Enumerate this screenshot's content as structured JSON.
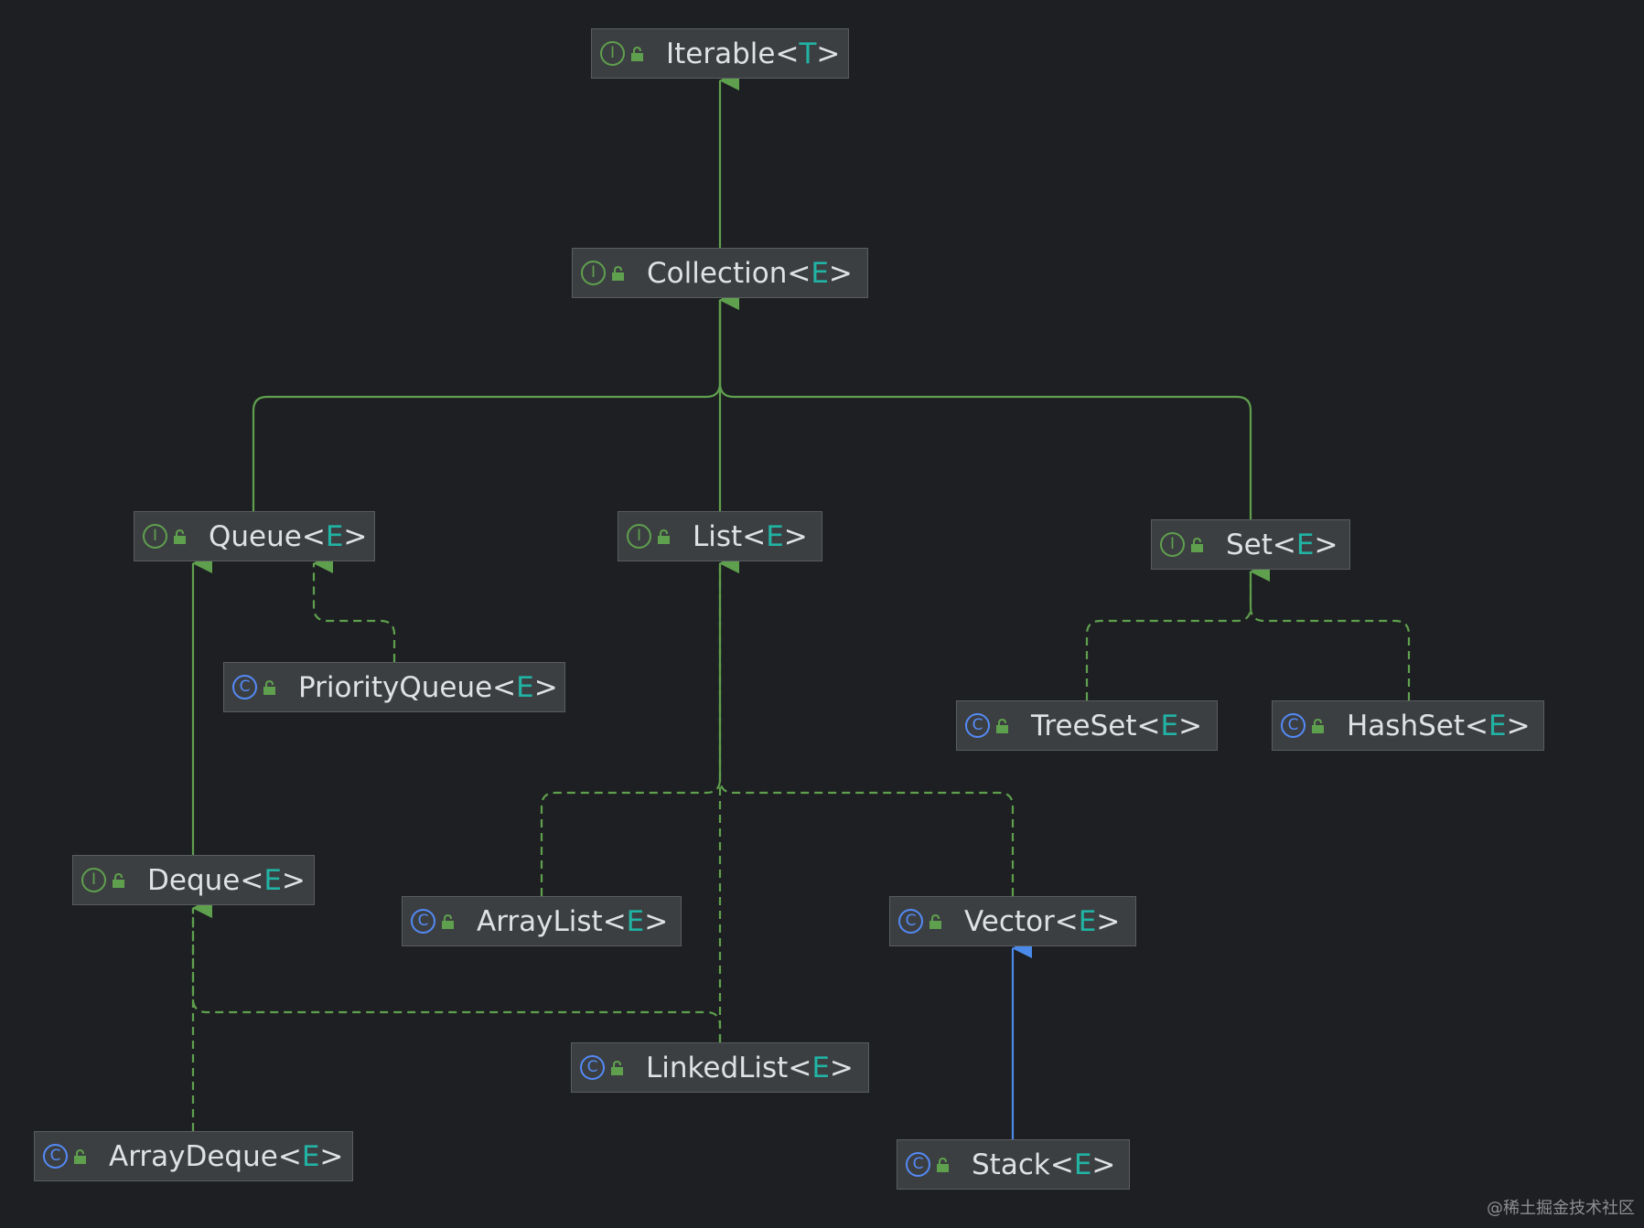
{
  "colors": {
    "background": "#1e1f22",
    "node_fill": "#3c3f41",
    "node_border": "#5a5d60",
    "interface_icon": "#5fa04e",
    "class_icon": "#548af7",
    "type_param": "#21b3a4",
    "extends_edge": "#5fa04e",
    "implements_edge": "#5fa04e",
    "class_extends_edge": "#4a8ae8"
  },
  "icons": {
    "interface": "I",
    "class": "C"
  },
  "nodes": {
    "iterable": {
      "name": "Iterable",
      "param": "T",
      "kind": "interface"
    },
    "collection": {
      "name": "Collection",
      "param": "E",
      "kind": "interface"
    },
    "queue": {
      "name": "Queue",
      "param": "E",
      "kind": "interface"
    },
    "list": {
      "name": "List",
      "param": "E",
      "kind": "interface"
    },
    "set": {
      "name": "Set",
      "param": "E",
      "kind": "interface"
    },
    "priorityqueue": {
      "name": "PriorityQueue",
      "param": "E",
      "kind": "class"
    },
    "treeset": {
      "name": "TreeSet",
      "param": "E",
      "kind": "class"
    },
    "hashset": {
      "name": "HashSet",
      "param": "E",
      "kind": "class"
    },
    "deque": {
      "name": "Deque",
      "param": "E",
      "kind": "interface"
    },
    "arraylist": {
      "name": "ArrayList",
      "param": "E",
      "kind": "class"
    },
    "vector": {
      "name": "Vector",
      "param": "E",
      "kind": "class"
    },
    "linkedlist": {
      "name": "LinkedList",
      "param": "E",
      "kind": "class"
    },
    "arraydeque": {
      "name": "ArrayDeque",
      "param": "E",
      "kind": "class"
    },
    "stack": {
      "name": "Stack",
      "param": "E",
      "kind": "class"
    }
  },
  "edges": [
    {
      "from": "collection",
      "to": "iterable",
      "type": "extends"
    },
    {
      "from": "queue",
      "to": "collection",
      "type": "extends"
    },
    {
      "from": "list",
      "to": "collection",
      "type": "extends"
    },
    {
      "from": "set",
      "to": "collection",
      "type": "extends"
    },
    {
      "from": "priorityqueue",
      "to": "queue",
      "type": "implements"
    },
    {
      "from": "deque",
      "to": "queue",
      "type": "extends"
    },
    {
      "from": "treeset",
      "to": "set",
      "type": "implements"
    },
    {
      "from": "hashset",
      "to": "set",
      "type": "implements"
    },
    {
      "from": "arraylist",
      "to": "list",
      "type": "implements"
    },
    {
      "from": "vector",
      "to": "list",
      "type": "implements"
    },
    {
      "from": "linkedlist",
      "to": "list",
      "type": "implements"
    },
    {
      "from": "linkedlist",
      "to": "deque",
      "type": "implements"
    },
    {
      "from": "arraydeque",
      "to": "deque",
      "type": "implements"
    },
    {
      "from": "stack",
      "to": "vector",
      "type": "class-extends"
    }
  ],
  "watermark": "@稀土掘金技术社区"
}
